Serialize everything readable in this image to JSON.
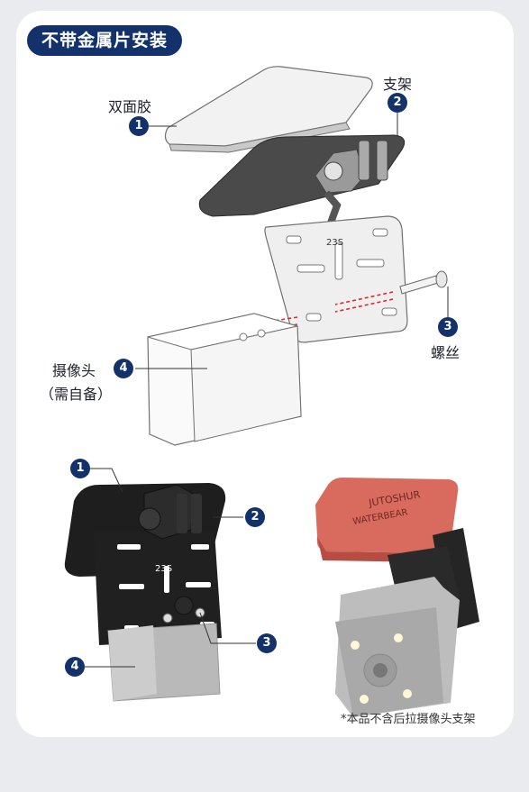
{
  "title": "不带金属片安装",
  "parts": {
    "p1": {
      "num": "1",
      "label": "双面胶"
    },
    "p2": {
      "num": "2",
      "label": "支架"
    },
    "p3": {
      "num": "3",
      "label": "螺丝"
    },
    "p4": {
      "num": "4",
      "label_line1": "摄像头",
      "label_line2": "（需自备）"
    }
  },
  "bracket_mark": "23S",
  "tape_text": {
    "brand1": "JUTOSHUR",
    "brand2": "WATERBEAR"
  },
  "note": "*本品不含后拉摄像头支架",
  "colors": {
    "navy": "#13326b",
    "red_arrow": "#e0272d",
    "tape_red": "#d96a5e"
  }
}
